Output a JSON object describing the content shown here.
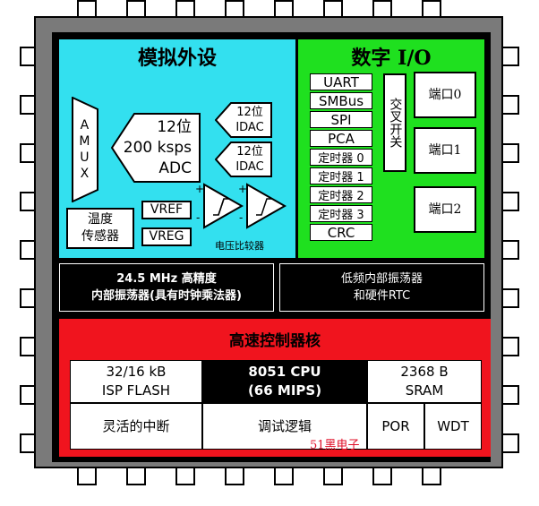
{
  "analog": {
    "title": "模拟外设",
    "amux": "AMUX",
    "adc_lines": [
      "12位",
      "200 ksps",
      "ADC"
    ],
    "idac1_lines": [
      "12位",
      "IDAC"
    ],
    "idac2_lines": [
      "12位",
      "IDAC"
    ],
    "temp_lines": [
      "温度",
      "传感器"
    ],
    "vref": "VREF",
    "vreg": "VREG",
    "comparator_label": "电压比较器",
    "plus": "+",
    "minus": "-"
  },
  "digital": {
    "title": "数字 I/O",
    "peripherals": [
      "UART",
      "SMBus",
      "SPI",
      "PCA",
      "定时器 0",
      "定时器 1",
      "定时器 2",
      "定时器 3",
      "CRC"
    ],
    "crossbar": "交叉开关",
    "ports": [
      "端口0",
      "端口1",
      "端口2"
    ]
  },
  "oscillators": {
    "high_lines": [
      "24.5 MHz 高精度",
      "内部振荡器(具有时钟乘法器)"
    ],
    "low_lines": [
      "低频内部振荡器",
      "和硬件RTC"
    ]
  },
  "core": {
    "title": "高速控制器核",
    "flash_lines": [
      "32/16 kB",
      "ISP FLASH"
    ],
    "cpu_lines": [
      "8051 CPU",
      "(66 MIPS)"
    ],
    "sram_lines": [
      "2368 B",
      "SRAM"
    ],
    "interrupts": "灵活的中断",
    "debug": "调试逻辑",
    "por": "POR",
    "wdt": "WDT"
  },
  "watermark": "51黑电子",
  "colors": {
    "analog_bg": "#33e0ef",
    "digital_bg": "#1fe01f",
    "core_bg": "#f0141e",
    "chip_bg": "#7a7a7a",
    "watermark": "#e0102a"
  }
}
